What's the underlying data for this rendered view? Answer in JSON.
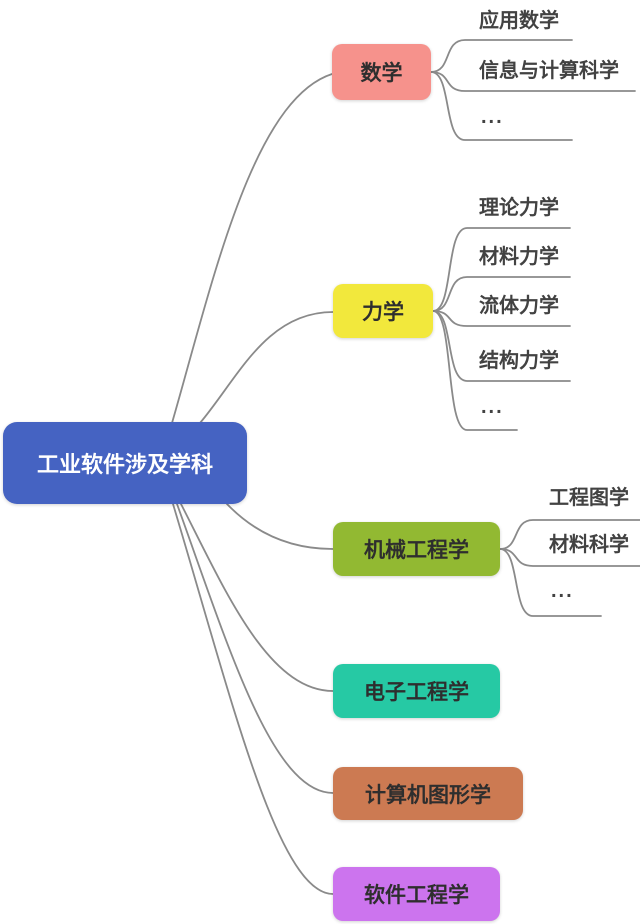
{
  "palette": {
    "background": "#ffffff",
    "line": "#8a8a8a",
    "child_text": "#424242"
  },
  "root": {
    "label": "工业软件涉及学科",
    "color": "#4563c2",
    "text_color": "#ffffff"
  },
  "branches": [
    {
      "label": "数学",
      "color": "#f6928c",
      "children": [
        "应用数学",
        "信息与计算科学",
        "..."
      ]
    },
    {
      "label": "力学",
      "color": "#f2e83c",
      "children": [
        "理论力学",
        "材料力学",
        "流体力学",
        "结构力学",
        "..."
      ]
    },
    {
      "label": "机械工程学",
      "color": "#92b932",
      "children": [
        "工程图学",
        "材料科学",
        "..."
      ]
    },
    {
      "label": "电子工程学",
      "color": "#26c9a4",
      "children": []
    },
    {
      "label": "计算机图形学",
      "color": "#cc7a52",
      "children": []
    },
    {
      "label": "软件工程学",
      "color": "#cc74ee",
      "children": []
    }
  ]
}
